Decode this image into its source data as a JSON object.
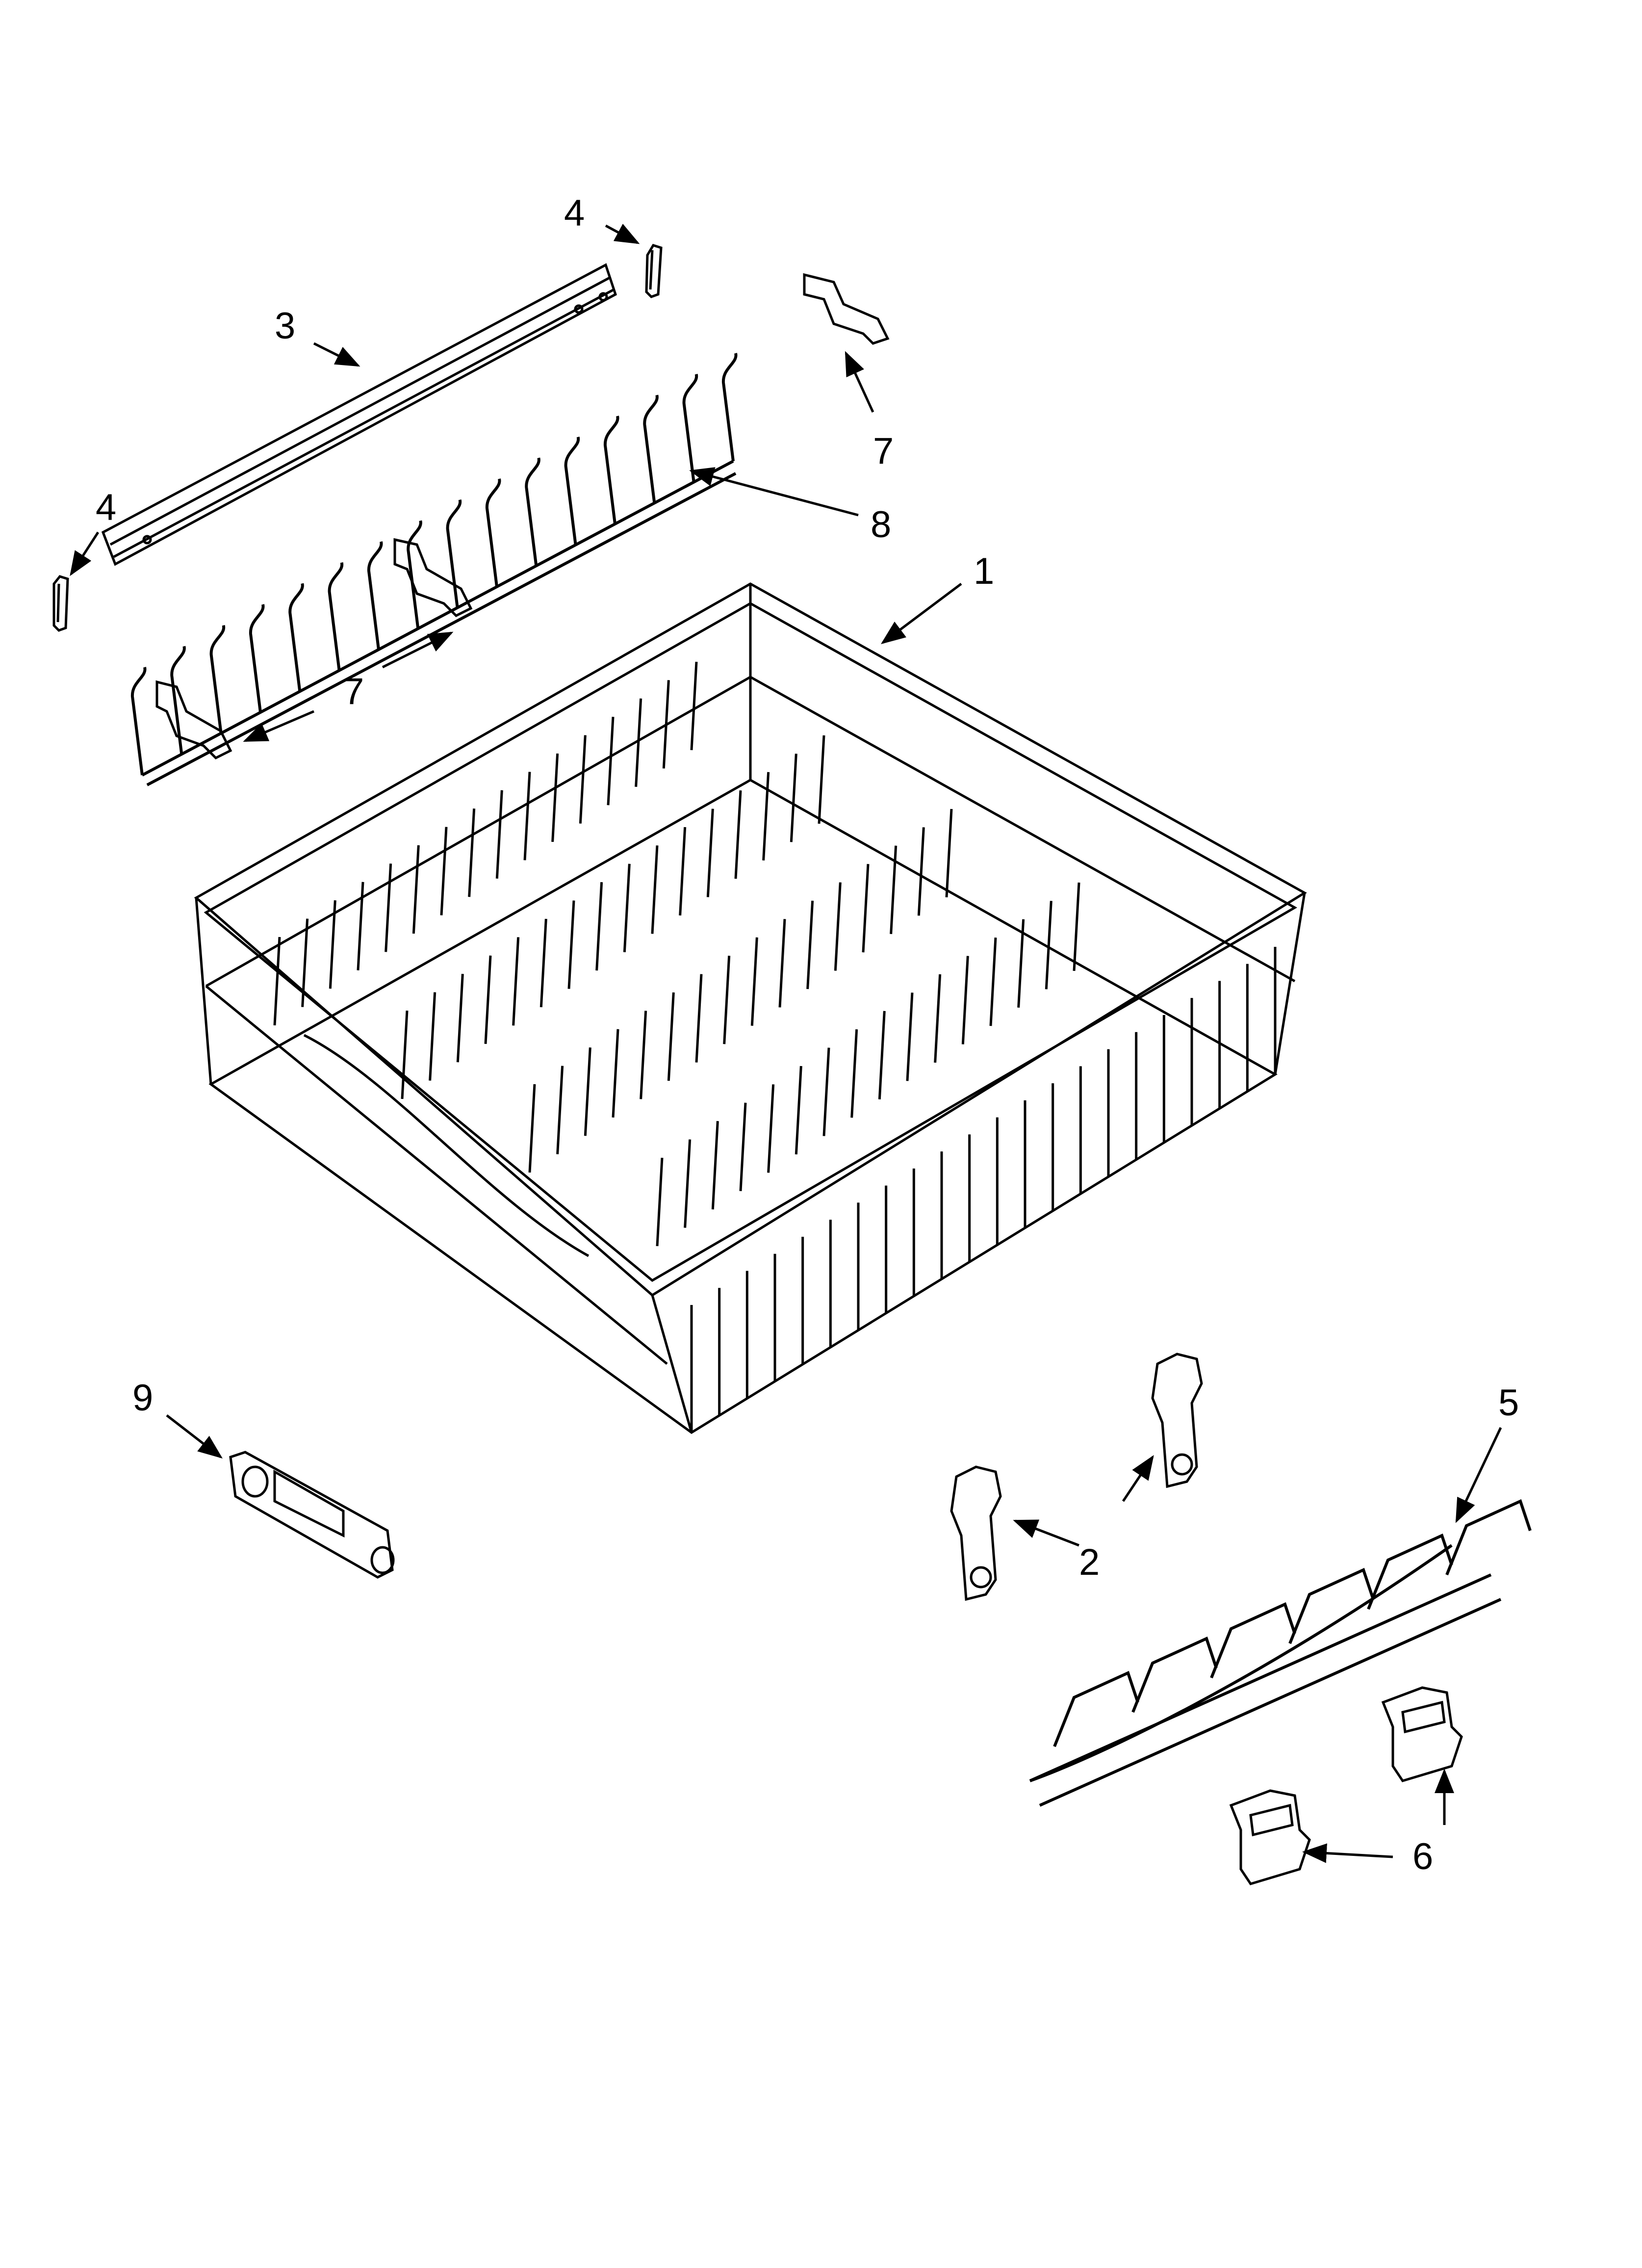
{
  "diagram": {
    "type": "exploded-parts-view",
    "line_color": "#000000",
    "background": "#ffffff",
    "callouts": [
      {
        "id": "c4a",
        "label": "4"
      },
      {
        "id": "c3",
        "label": "3"
      },
      {
        "id": "c7a",
        "label": "7"
      },
      {
        "id": "c4b",
        "label": "4"
      },
      {
        "id": "c8",
        "label": "8"
      },
      {
        "id": "c1",
        "label": "1"
      },
      {
        "id": "c7b",
        "label": "7"
      },
      {
        "id": "c9",
        "label": "9"
      },
      {
        "id": "c5",
        "label": "5"
      },
      {
        "id": "c2",
        "label": "2"
      },
      {
        "id": "c6",
        "label": "6"
      }
    ],
    "parts": [
      {
        "id": "p1",
        "callout": "1",
        "icon": "dish-rack-basket-icon"
      },
      {
        "id": "p2",
        "callout": "2",
        "icon": "rack-adjuster-icon"
      },
      {
        "id": "p3",
        "callout": "3",
        "icon": "rack-rail-icon"
      },
      {
        "id": "p4",
        "callout": "4",
        "icon": "clip-icon"
      },
      {
        "id": "p5",
        "callout": "5",
        "icon": "wire-shelf-icon"
      },
      {
        "id": "p6",
        "callout": "6",
        "icon": "shelf-clip-icon"
      },
      {
        "id": "p7",
        "callout": "7",
        "icon": "tine-clip-icon"
      },
      {
        "id": "p8",
        "callout": "8",
        "icon": "tine-row-icon"
      },
      {
        "id": "p9",
        "callout": "9",
        "icon": "rack-latch-icon"
      }
    ]
  }
}
